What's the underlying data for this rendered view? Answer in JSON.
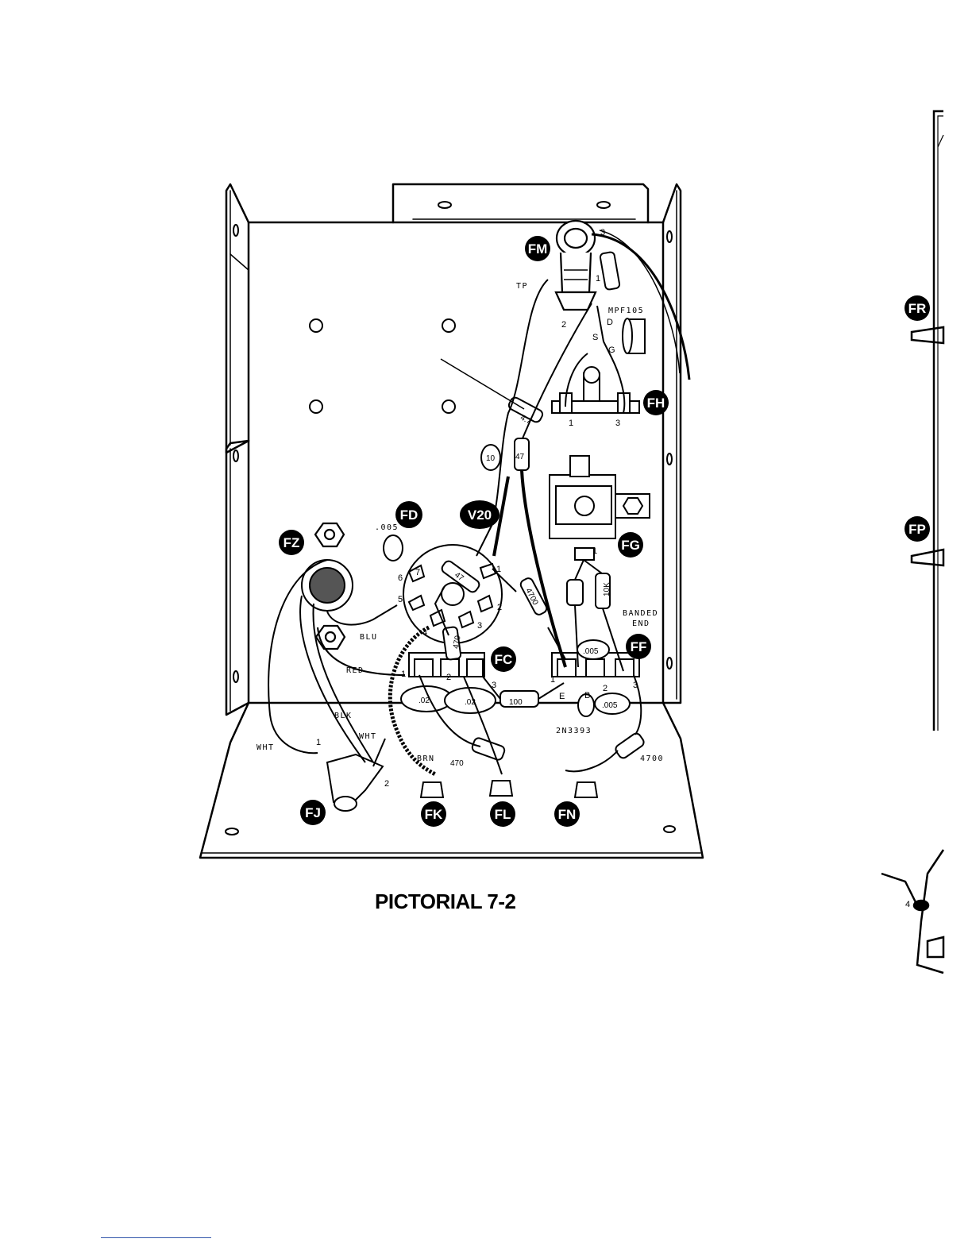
{
  "caption": "PICTORIAL 7-2",
  "badges": {
    "FM": "FM",
    "FR": "FR",
    "FH": "FH",
    "FD": "FD",
    "V20": "V20",
    "FZ": "FZ",
    "FG": "FG",
    "FP": "FP",
    "FC": "FC",
    "FF": "FF",
    "FJ": "FJ",
    "FK": "FK",
    "FL": "FL",
    "FN": "FN"
  },
  "labels": {
    "tp": "TP",
    "mpf105": "MPF105",
    "pin_d": "D",
    "pin_s": "S",
    "pin_g": "G",
    "res_4_7": "4.7",
    "res_10": "10",
    "res_47_a": "47",
    "res_47_b": "47",
    "cap_005_a": ".005",
    "res_4700_a": "4700",
    "res_10k": "10K",
    "banded": "BANDED",
    "end": "END",
    "blu": "BLU",
    "red": "RED",
    "blk": "BLK",
    "wht_a": "WHT",
    "wht_b": "WHT",
    "brn": "BRN",
    "res_470_a": "470",
    "res_470_b": "470",
    "cap_02_a": ".02",
    "cap_02_b": ".02",
    "res_100": "100",
    "cap_005_b": ".005",
    "cap_005_c": ".005",
    "pin_e": "E",
    "pin_b": "B",
    "transistor": "2N3393",
    "res_4700_b": "4700",
    "fm_pin3": "3",
    "fm_pin1": "1",
    "fm_pin2": "2",
    "fh_pin1": "1",
    "fh_pin3": "3",
    "fg_pin1": "1",
    "v20_pin1": "1",
    "v20_pin2": "2",
    "v20_pin3": "3",
    "v20_pin4": "4",
    "v20_pin5": "5",
    "v20_pin6": "6",
    "v20_pin7": "7",
    "fc_pin1": "1",
    "fc_pin2": "2",
    "fc_pin3": "3",
    "ff_pin1": "1",
    "ff_pin2": "2",
    "ff_pin3": "3",
    "fj_pin1": "1",
    "fj_pin2": "2",
    "side_pin4": "4"
  }
}
